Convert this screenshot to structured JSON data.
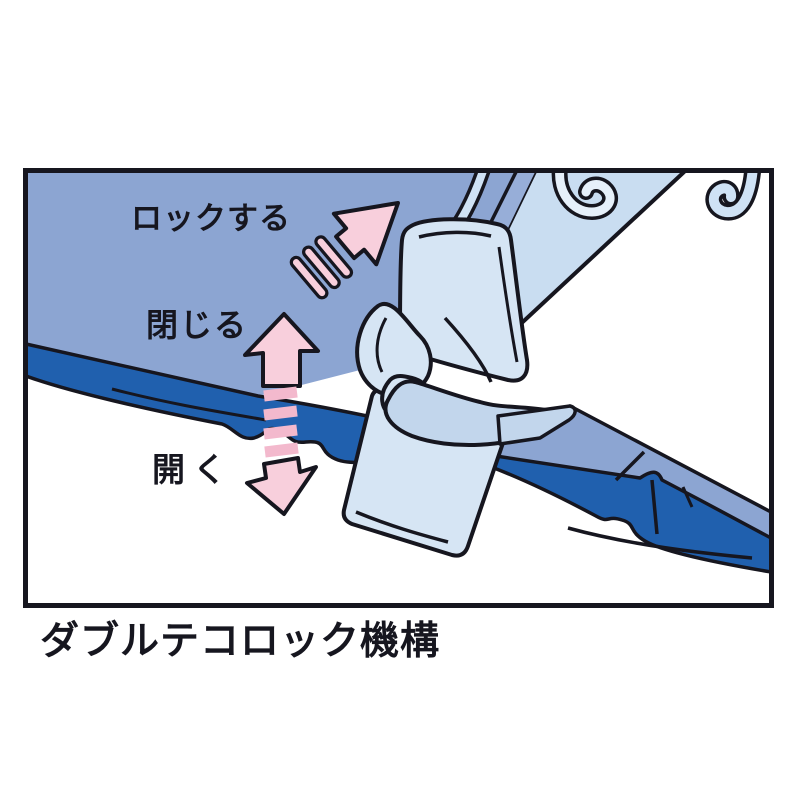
{
  "diagram": {
    "caption": "ダブルテコロック機構",
    "labels": {
      "lock": "ロックする",
      "close": "閉じる",
      "open": "開く"
    },
    "annotations": [
      {
        "name": "lock-arrow",
        "direction": "up-right",
        "style": "outlined pink head with dashed tail"
      },
      {
        "name": "close-arrow",
        "direction": "up",
        "style": "outlined pink head with dashed shaft"
      },
      {
        "name": "open-arrow",
        "direction": "down",
        "style": "outlined pink head with dashed shaft"
      }
    ],
    "parts": [
      "binder-cover",
      "ring-rail",
      "base-rail",
      "double-lever-lock",
      "binder-rings"
    ],
    "colors": {
      "cover_blue": "#8ca5d2",
      "rail_mid_blue": "#97aed8",
      "rail_light_blue": "#c9ddf1",
      "base_dark_blue": "#2060ae",
      "lever_pale_blue": "#d6e5f4",
      "lever_shade_blue": "#c2d6ec",
      "ring_blue": "#cfe2f5",
      "ring_front_blue": "#e6f0fa",
      "arrow_pink": "#f8cfdc",
      "arrow_bar_pink": "#f3b9cd",
      "outline": "#16161f"
    }
  }
}
